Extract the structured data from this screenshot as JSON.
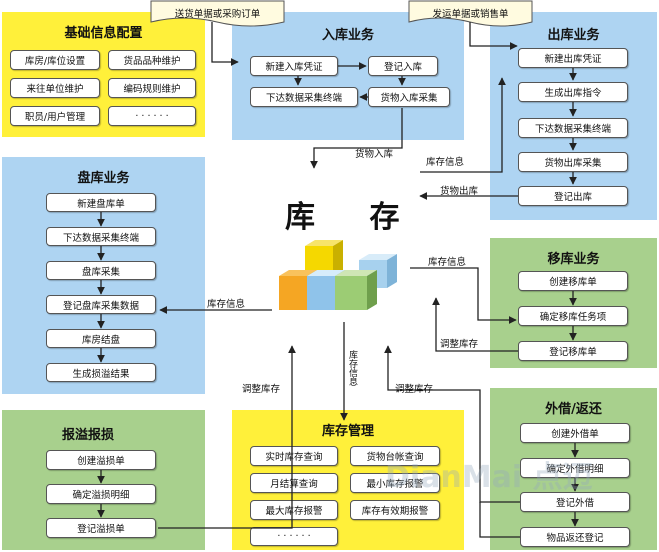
{
  "colors": {
    "yellow": "#fff03a",
    "blue": "#aed4f2",
    "green": "#a8d08d",
    "arrow": "#222222"
  },
  "center": {
    "title": "库 存"
  },
  "notes": {
    "top_left": "送货单据或采购订单",
    "top_right": "发运单据或销售单"
  },
  "basic": {
    "title": "基础信息配置",
    "items": [
      "库房/库位设置",
      "货品品种维护",
      "来往单位维护",
      "编码规则维护",
      "职员/用户管理",
      "· · · · · ·"
    ]
  },
  "inbound": {
    "title": "入库业务",
    "items": [
      "新建入库凭证",
      "登记入库",
      "下达数据采集终端",
      "货物入库采集"
    ]
  },
  "outbound": {
    "title": "出库业务",
    "items": [
      "新建出库凭证",
      "生成出库指令",
      "下达数据采集终端",
      "货物出库采集",
      "登记出库"
    ]
  },
  "stocktake": {
    "title": "盘库业务",
    "items": [
      "新建盘库单",
      "下达数据采集终端",
      "盘库采集",
      "登记盘库采集数据",
      "库房结盘",
      "生成损溢结果"
    ]
  },
  "transfer": {
    "title": "移库业务",
    "items": [
      "创建移库单",
      "确定移库任务项",
      "登记移库单"
    ]
  },
  "loss": {
    "title": "报溢报损",
    "items": [
      "创建溢损单",
      "确定溢损明细",
      "登记溢损单"
    ]
  },
  "mgmt": {
    "title": "库存管理",
    "items": [
      "实时库存查询",
      "货物台帐查询",
      "月结算查询",
      "最小库存报警",
      "最大库存报警",
      "库存有效期报警",
      "· · · · · ·"
    ]
  },
  "lend": {
    "title": "外借/返还",
    "items": [
      "创建外借单",
      "确定外借明细",
      "登记外借",
      "物品返还登记"
    ]
  },
  "labels": {
    "goods_in": "货物入库",
    "stock_info_out": "库存信息",
    "goods_out": "货物出库",
    "stock_info_transfer": "库存信息",
    "adjust_transfer": "调整库存",
    "stock_info_stocktake": "库存信息",
    "adjust_loss": "调整库存",
    "stock_info_mgmt": "库存信息",
    "adjust_lend": "调整库存"
  },
  "watermark": "DianMai 点迈"
}
